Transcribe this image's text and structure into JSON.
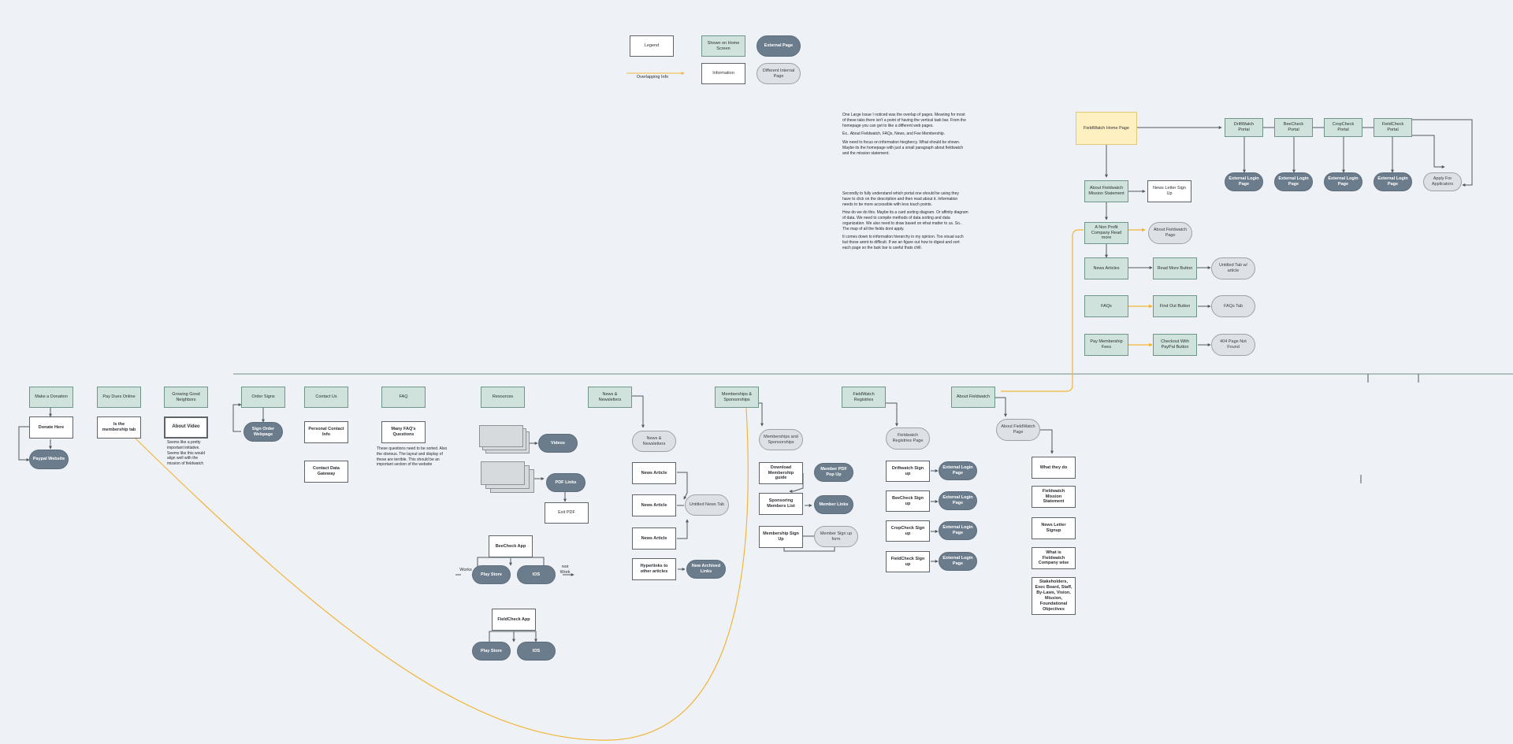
{
  "legend": {
    "title": "Legend",
    "shown_home": "Shown on Home Screen",
    "external_page": "External Page",
    "information": "Information",
    "internal_page": "Different Internal Page",
    "overlap": "Overlapping Info"
  },
  "notes": {
    "p1": "One Large Issue I noticed was the overlap of pages. Meaning for most of these tabs there isn't a point of having the vertical task bar. From the homepage you can get to like a different web pages.",
    "p2": "Ex.. About Fieldwatch, FAQs, News, and Fee Membership.",
    "p3": "We need to focus on information hieghercy. What should be shown. Maybe its the homepage with just a small paragraph about fieldwatch and the mission statement.",
    "p4": "Secondly to fully understand which portal one should be using they have to click on the description and then read about it. Information needs to be more accessible with less touch points.",
    "p5": "How do we do this. Maybe its a card sorting diagram. Or affinity diagram of data. We need to compile methods of data sorting and data organization. We also need to draw based on what matter to us. So.. The map of all the fields dont apply.",
    "p6": "It comes down to information hierarchy in my opinion. Too visual such but those arent to difficult. If we an figure out how to digest and sort each page so the task bar is useful thats chill."
  },
  "top_flow": {
    "home": "FieldWatch Home Page",
    "portals": [
      "DriftWatch Portal",
      "BeeCheck Portal",
      "CropCheck Portal",
      "FieldCheck Portal"
    ],
    "portal_pages": [
      "External Login Page",
      "External Login Page",
      "External Login Page",
      "External Login Page"
    ],
    "apply": "Apply For Applicators",
    "mission": "About Fieldwatch Mission Statement",
    "newsletter": "News Letter Sign Up",
    "nonprofit": "A Non Profit Company Read more",
    "about_page": "About Fieldwatch Page",
    "news_articles": "News Articles",
    "read_more": "Read More Button",
    "untitled_tab": "Untitled Tab w/ article",
    "faqs": "FAQs",
    "find_out": "Find Out Button",
    "faqs_tab": "FAQs Tab",
    "pay_fees": "Pay Membership Fees",
    "checkout": "Checkout With PayPal Button",
    "not_found": "404 Page Not Found"
  },
  "nav": [
    "Make a Donation",
    "Pay Dues Online",
    "Growing Good Neighbors",
    "Order Signs",
    "Contact Us",
    "FAQ",
    "Resources",
    "News & Newsletters",
    "Memberships & Sponsorships",
    "FieldWatch Registries",
    "About Fieldwatch"
  ],
  "col_donation": {
    "donate_here": "Donate Here",
    "paypal": "Paypal Website"
  },
  "col_dues": {
    "membership_tab": "Is the membership tab"
  },
  "col_neighbors": {
    "about_video": "About Video",
    "note": "Seems like a pretty important initiative. Seems like this would align well with the mission of fieldwatch"
  },
  "col_signs": {
    "sign_order": "Sign Order Webpage"
  },
  "col_contact": {
    "personal": "Personal Contact Info",
    "general": "Contact Data Gateway"
  },
  "col_faq": {
    "box": "Many FAQ's Questions",
    "note": "These questions need to be sorted. Also the obvious. The layout and display of these are terrible. This should be an important section of the website"
  },
  "col_resources": {
    "videos": "Videos",
    "pdf_links": "PDF Links",
    "exit_pdf": "Exit PDF",
    "beecheck_app": "BeeCheck App",
    "play_store": "Play Store",
    "ios": "IOS",
    "works": "Works",
    "not_work": "Not Work",
    "fieldcheck_app": "FieldCheck App",
    "play_store2": "Play Store",
    "ios2": "IOS"
  },
  "col_news": {
    "news_page": "News & Newsletters",
    "article1": "News Article",
    "article2": "News Article",
    "article3": "News Article",
    "untitled": "Untitled News Tab",
    "hyperlinks": "Hyperlinks to other articles",
    "new_archived": "New Archived Links"
  },
  "col_member": {
    "page": "Memberships and Sponsorships",
    "download": "Download Membership guide",
    "pdf_popup": "Member PDF Pop Up",
    "sponsoring": "Sponsoring Members List",
    "member_links": "Member Links",
    "signup": "Membership Sign Up",
    "signup_form": "Member Sign up form"
  },
  "col_registries": {
    "page": "Fieldwatch Registries Page",
    "signups": [
      "Driftwatch Sign up",
      "BeeCheck Sign up",
      "CropCheck Sign up",
      "FieldCheck Sign up"
    ],
    "logins": [
      "External Login Page",
      "External Login Page",
      "External Login Page",
      "External Login Page"
    ]
  },
  "col_about": {
    "page": "About FieldWatch Page",
    "items": [
      "What they do",
      "Fieldwatch Mission Statement",
      "News Letter Signup",
      "What is Fieldwatch Company wise",
      "Stakeholders, Exec Board, Staff, By-Laws, Vision, Mission, Foundational Objectives"
    ]
  },
  "colors": {
    "background": "#eef2f6",
    "green": "#cfe3dc",
    "dark": "#6b7c8c",
    "overlap_line": "#f2b53a",
    "connector": "#4f5a63"
  }
}
